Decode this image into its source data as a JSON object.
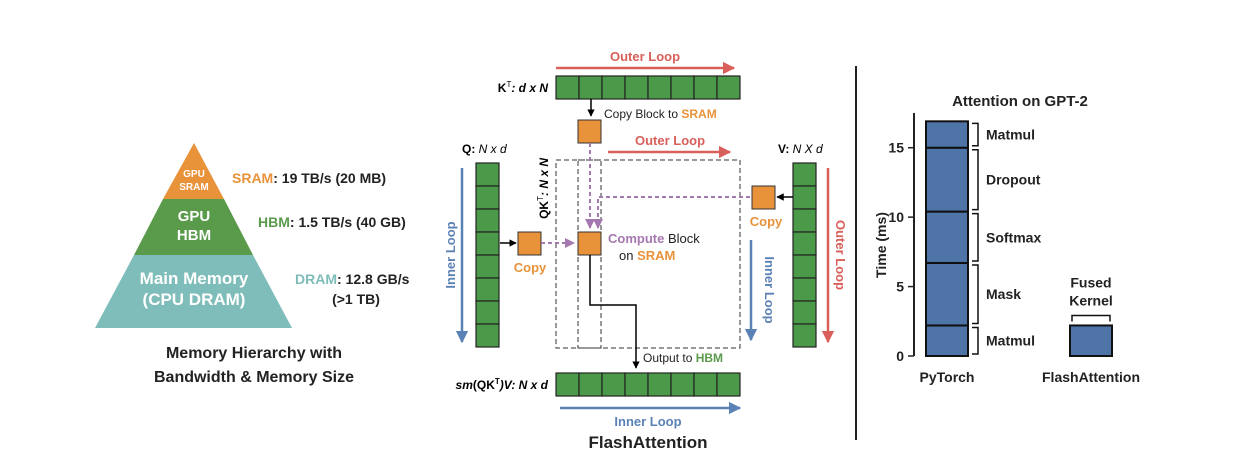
{
  "colors": {
    "sram": "#E8923A",
    "hbm": "#5A9A4B",
    "dram": "#7FBDBA",
    "outer_loop": "#D9605A",
    "inner_loop": "#5B82B5",
    "compute": "#A678B0",
    "block_fill": "#4A9A4A",
    "bar_fill": "#4E74A8"
  },
  "hierarchy": {
    "tier_sram": [
      "GPU",
      "SRAM"
    ],
    "tier_hbm": [
      "GPU",
      "HBM"
    ],
    "tier_dram": [
      "Main Memory",
      "(CPU DRAM)"
    ],
    "sram_name": "SRAM",
    "sram_spec": ": 19 TB/s (20 MB)",
    "hbm_name": "HBM",
    "hbm_spec": ": 1.5 TB/s (40 GB)",
    "dram_name": "DRAM",
    "dram_spec": ": 12.8 GB/s",
    "dram_spec2": "(>1 TB)",
    "caption": [
      "Memory Hierarchy with",
      "Bandwidth & Memory Size"
    ]
  },
  "flash": {
    "kt_label_bold": "K",
    "kt_sup": "T",
    "kt_label_rest": ": d x N",
    "q_label_bold": "Q:",
    "q_label_rest": " N x d",
    "v_label_bold": "V:",
    "v_label_rest": " N X d",
    "qkt_label_bold": "QK",
    "qkt_sup": "T",
    "qkt_label_rest": ": N x N",
    "out_label_bold": "sm",
    "out_label_mid": "(QK",
    "out_sup": "T",
    "out_label_rest": ")V: N x d",
    "outer_loop": "Outer Loop",
    "inner_loop": "Inner Loop",
    "copy_block_prefix": "Copy Block to ",
    "copy_block_target": "SRAM",
    "copy": "Copy",
    "compute_word": "Compute",
    "compute_rest": " Block",
    "compute_line2_prefix": "on ",
    "compute_target": "SRAM",
    "output_prefix": "Output to ",
    "output_target": "HBM",
    "title": "FlashAttention"
  },
  "chart_data": {
    "type": "bar",
    "title": "Attention on GPT-2",
    "ylabel": "Time (ms)",
    "categories": [
      "PyTorch",
      "FlashAttention"
    ],
    "ylim": [
      0,
      17.5
    ],
    "yticks": [
      0,
      5,
      10,
      15
    ],
    "stacks": [
      {
        "category": "PyTorch",
        "segments": [
          {
            "label": "Matmul",
            "value": 2.2
          },
          {
            "label": "Mask",
            "value": 4.5
          },
          {
            "label": "Softmax",
            "value": 3.7
          },
          {
            "label": "Dropout",
            "value": 4.6
          },
          {
            "label": "Matmul",
            "value": 1.9
          }
        ]
      },
      {
        "category": "FlashAttention",
        "segments": [
          {
            "label": "Fused Kernel",
            "value": 2.2
          }
        ]
      }
    ],
    "fused_label": [
      "Fused",
      "Kernel"
    ]
  }
}
